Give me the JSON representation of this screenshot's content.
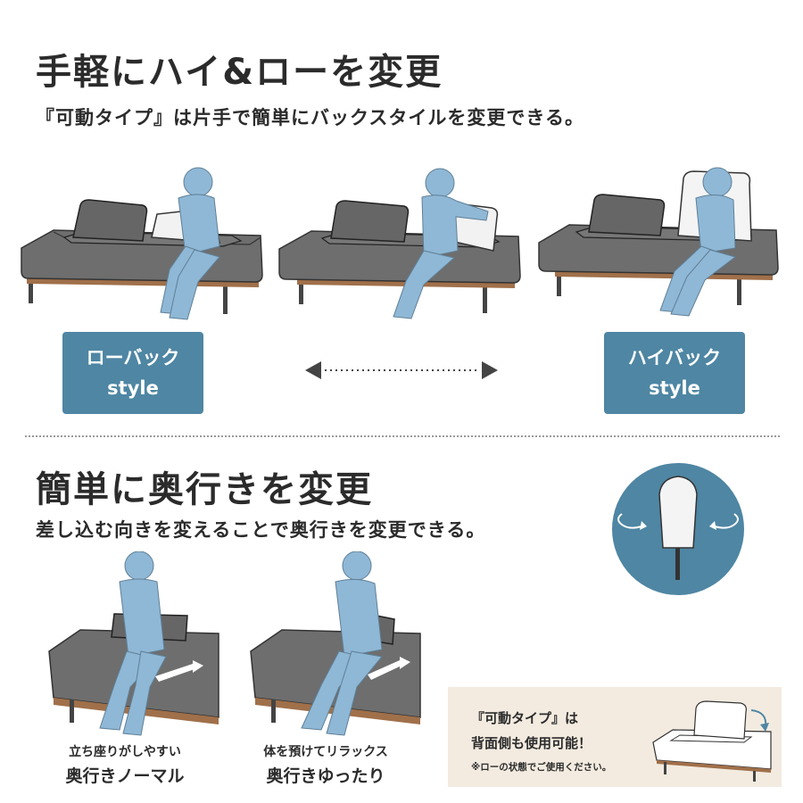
{
  "section1": {
    "title": "手軽にハイ&ローを変更",
    "subtitle": "『可動タイプ』は片手で簡単にバックスタイルを変更できる。",
    "low_badge": {
      "line1": "ローバック",
      "line2": "style"
    },
    "high_badge": {
      "line1": "ハイバック",
      "line2": "style"
    }
  },
  "section2": {
    "title": "簡単に奥行きを変更",
    "subtitle": "差し込む向きを変えることで奥行きを変更できる。",
    "normal": {
      "caption1": "立ち座りがしやすい",
      "caption2": "奥行きノーマル"
    },
    "relaxed": {
      "caption1": "体を預けてリラックス",
      "caption2": "奥行きゆったり"
    },
    "note": {
      "line1": "『可動タイプ』は",
      "line2": "背面側も使用可能！",
      "line3": "※ローの状態でご使用ください。"
    }
  },
  "colors": {
    "accent": "#4e86a3",
    "person": "#8fb8d6",
    "sofa": "#6e6e6e",
    "note_bg": "#f3ebe0"
  }
}
